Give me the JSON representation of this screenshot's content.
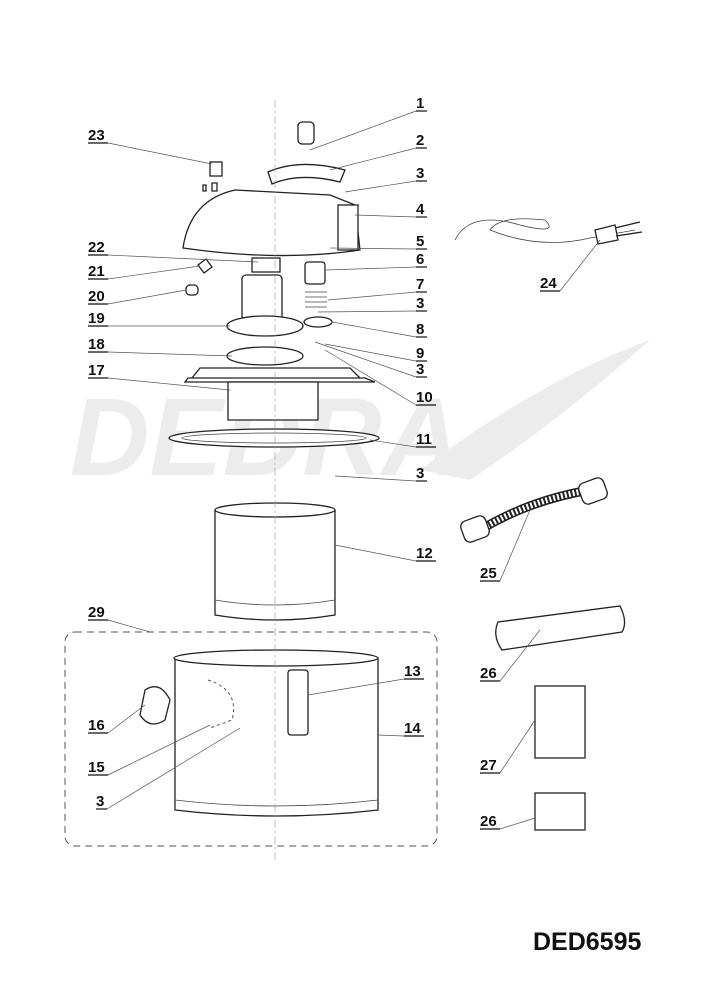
{
  "diagram": {
    "model": "DED6595",
    "watermark": "DEDRA",
    "callouts": [
      {
        "number": "1"
      },
      {
        "number": "2"
      },
      {
        "number": "3"
      },
      {
        "number": "4"
      },
      {
        "number": "5"
      },
      {
        "number": "6"
      },
      {
        "number": "7"
      },
      {
        "number": "3"
      },
      {
        "number": "8"
      },
      {
        "number": "9"
      },
      {
        "number": "3"
      },
      {
        "number": "10"
      },
      {
        "number": "11"
      },
      {
        "number": "3"
      },
      {
        "number": "12"
      },
      {
        "number": "13"
      },
      {
        "number": "14"
      },
      {
        "number": "23"
      },
      {
        "number": "22"
      },
      {
        "number": "21"
      },
      {
        "number": "20"
      },
      {
        "number": "19"
      },
      {
        "number": "18"
      },
      {
        "number": "17"
      },
      {
        "number": "29"
      },
      {
        "number": "16"
      },
      {
        "number": "15"
      },
      {
        "number": "3"
      },
      {
        "number": "24"
      },
      {
        "number": "25"
      },
      {
        "number": "26"
      },
      {
        "number": "27"
      },
      {
        "number": "26"
      }
    ]
  }
}
